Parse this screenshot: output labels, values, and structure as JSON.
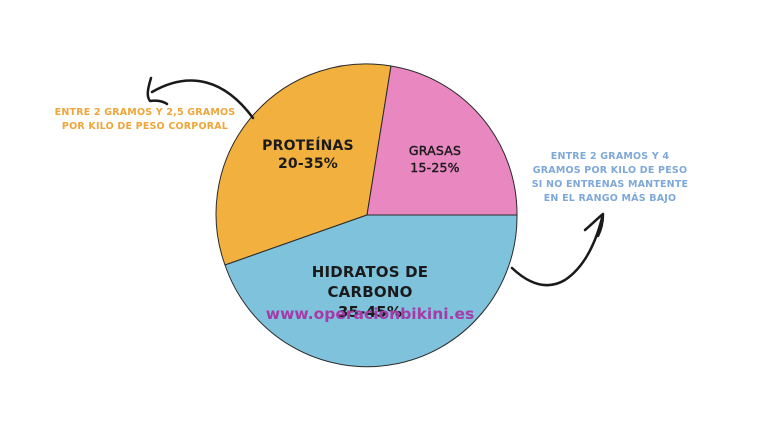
{
  "chart_data": {
    "type": "pie",
    "title": "",
    "slices": [
      {
        "label": "PROTEÍNAS",
        "range": "20-35%",
        "value": 33,
        "color": "#f2b13e"
      },
      {
        "label": "GRASAS",
        "range": "15-25%",
        "value": 22,
        "color": "#e987c0"
      },
      {
        "label": "HIDRATOS DE CARBONO",
        "range": "35-45%",
        "value": 45,
        "color": "#7ec2dc"
      }
    ],
    "annotations": [
      {
        "target": "PROTEÍNAS",
        "text_line1": "ENTRE 2 GRAMOS Y 2,5 GRAMOS",
        "text_line2": "POR KILO DE PESO CORPORAL",
        "color": "#eea63a"
      },
      {
        "target": "HIDRATOS DE CARBONO",
        "text_line1": "ENTRE 2 GRAMOS Y 4",
        "text_line2": "GRAMOS POR KILO DE PESO",
        "text_line3": "SI NO ENTRENAS MANTENTE",
        "text_line4": "EN EL RANGO MÁS BAJO",
        "color": "#7ea8d8"
      }
    ],
    "watermark": "www.operacionbikini.es",
    "legend": "none"
  },
  "labels": {
    "proteinas_name": "PROTEÍNAS",
    "proteinas_range": "20-35%",
    "grasas_name": "GRASAS",
    "grasas_range": "15-25%",
    "hidratos_name": "HIDRATOS DE CARBONO",
    "hidratos_range": "35-45%"
  },
  "notes": {
    "left_line1": "ENTRE 2 GRAMOS Y 2,5 GRAMOS",
    "left_line2": "POR KILO DE PESO CORPORAL",
    "right_line1": "ENTRE 2 GRAMOS Y 4",
    "right_line2": "GRAMOS POR KILO DE PESO",
    "right_line3": "SI NO ENTRENAS MANTENTE",
    "right_line4": "EN EL RANGO MÁS BAJO"
  },
  "website": "www.operacionbikini.es"
}
